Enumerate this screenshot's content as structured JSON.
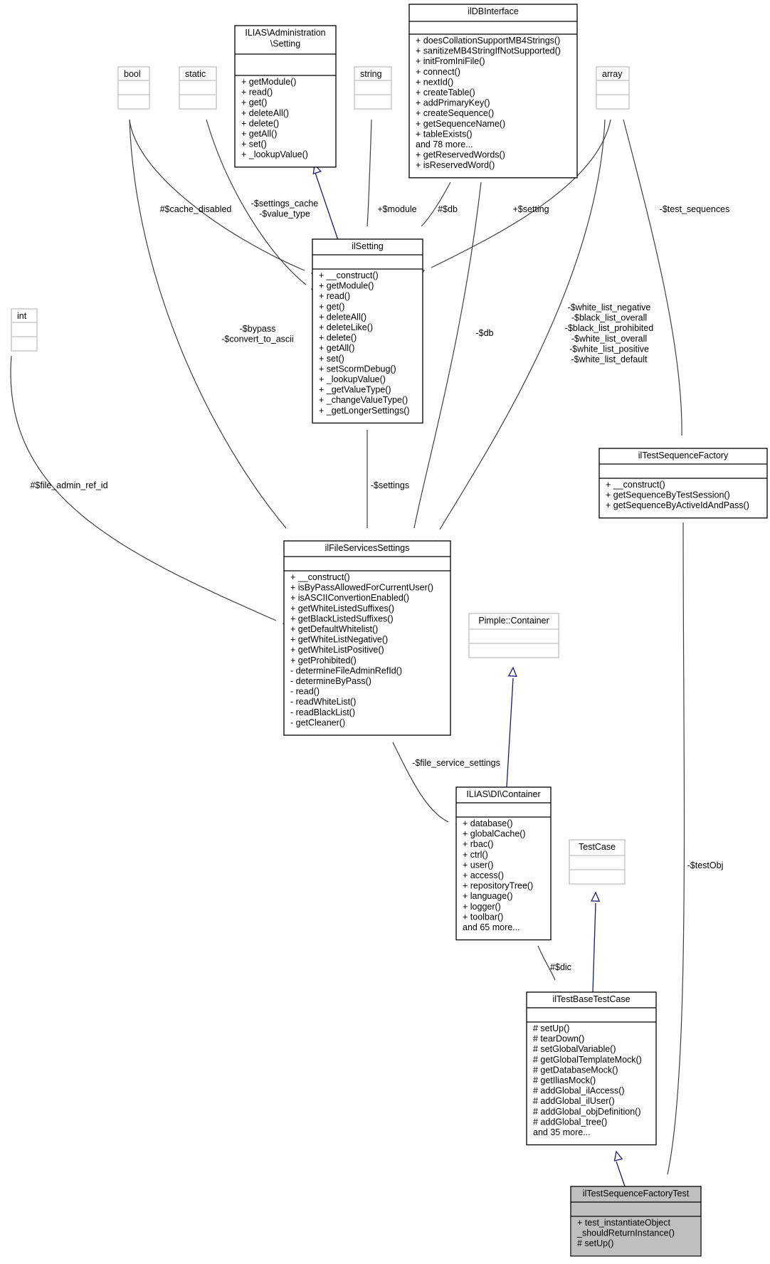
{
  "nodes": {
    "ilDBInterface": {
      "title": [
        "ilDBInterface"
      ],
      "members": [
        "+ doesCollationSupportMB4Strings()",
        "+ sanitizeMB4StringIfNotSupported()",
        "+ initFromIniFile()",
        "+ connect()",
        "+ nextId()",
        "+ createTable()",
        "+ addPrimaryKey()",
        "+ createSequence()",
        "+ getSequenceName()",
        "+ tableExists()",
        "and 78 more...",
        "+ getReservedWords()",
        "+ isReservedWord()"
      ]
    },
    "AdminSetting": {
      "title": [
        "ILIAS\\Administration",
        "\\Setting"
      ],
      "members": [
        "+ getModule()",
        "+ read()",
        "+ get()",
        "+ deleteAll()",
        "+ delete()",
        "+ getAll()",
        "+ set()",
        "+ _lookupValue()"
      ]
    },
    "bool": {
      "title": [
        "bool"
      ],
      "members": []
    },
    "static": {
      "title": [
        "static"
      ],
      "members": []
    },
    "string": {
      "title": [
        "string"
      ],
      "members": []
    },
    "array": {
      "title": [
        "array"
      ],
      "members": []
    },
    "int": {
      "title": [
        "int"
      ],
      "members": []
    },
    "ilSetting": {
      "title": [
        "ilSetting"
      ],
      "members": [
        "+ __construct()",
        "+ getModule()",
        "+ read()",
        "+ get()",
        "+ deleteAll()",
        "+ deleteLike()",
        "+ delete()",
        "+ getAll()",
        "+ set()",
        "+ setScormDebug()",
        "+ _lookupValue()",
        "+ _getValueType()",
        "+ _changeValueType()",
        "+ _getLongerSettings()"
      ]
    },
    "ilTestSequenceFactory": {
      "title": [
        "ilTestSequenceFactory"
      ],
      "members": [
        "+ __construct()",
        "+ getSequenceByTestSession()",
        "+ getSequenceByActiveIdAndPass()"
      ]
    },
    "ilFileServicesSettings": {
      "title": [
        "ilFileServicesSettings"
      ],
      "members": [
        "+ __construct()",
        "+ isByPassAllowedForCurrentUser()",
        "+ isASCIIConvertionEnabled()",
        "+ getWhiteListedSuffixes()",
        "+ getBlackListedSuffixes()",
        "+ getDefaultWhitelist()",
        "+ getWhiteListNegative()",
        "+ getWhiteListPositive()",
        "+ getProhibited()",
        "- determineFileAdminRefId()",
        "- determineByPass()",
        "- read()",
        "- readWhiteList()",
        "- readBlackList()",
        "- getCleaner()"
      ]
    },
    "PimpleContainer": {
      "title": [
        "Pimple::Container"
      ],
      "members": []
    },
    "DIContainer": {
      "title": [
        "ILIAS\\DI\\Container"
      ],
      "members": [
        "+ database()",
        "+ globalCache()",
        "+ rbac()",
        "+ ctrl()",
        "+ user()",
        "+ access()",
        "+ repositoryTree()",
        "+ language()",
        "+ logger()",
        "+ toolbar()",
        "and 65 more..."
      ]
    },
    "TestCase": {
      "title": [
        "TestCase"
      ],
      "members": []
    },
    "ilTestBaseTestCase": {
      "title": [
        "ilTestBaseTestCase"
      ],
      "members": [
        "# setUp()",
        "# tearDown()",
        "# setGlobalVariable()",
        "# getGlobalTemplateMock()",
        "# getDatabaseMock()",
        "# getIliasMock()",
        "# addGlobal_ilAccess()",
        "# addGlobal_ilUser()",
        "# addGlobal_objDefinition()",
        "# addGlobal_tree()",
        "and 35 more..."
      ]
    },
    "ilTestSequenceFactoryTest": {
      "title": [
        "ilTestSequenceFactoryTest"
      ],
      "members": [
        "+ test_instantiateObject",
        "_shouldReturnInstance()",
        "# setUp()"
      ]
    }
  },
  "edge_labels": {
    "cache_disabled": [
      "#$cache_disabled"
    ],
    "settings_cache": [
      "-$settings_cache",
      "-$value_type"
    ],
    "module": [
      "+$module"
    ],
    "db_setting": [
      "#$db"
    ],
    "setting": [
      "+$setting"
    ],
    "test_sequences": [
      "-$test_sequences"
    ],
    "bypass": [
      "-$bypass",
      "-$convert_to_ascii"
    ],
    "db_files": [
      "-$db"
    ],
    "white_lists": [
      "-$white_list_negative",
      "-$black_list_overall",
      "-$black_list_prohibited",
      "-$white_list_overall",
      "-$white_list_positive",
      "-$white_list_default"
    ],
    "file_admin_ref_id": [
      "#$file_admin_ref_id"
    ],
    "settings": [
      "-$settings"
    ],
    "file_service_settings": [
      "-$file_service_settings"
    ],
    "testObj": [
      "-$testObj"
    ],
    "dic": [
      "#$dic"
    ]
  }
}
